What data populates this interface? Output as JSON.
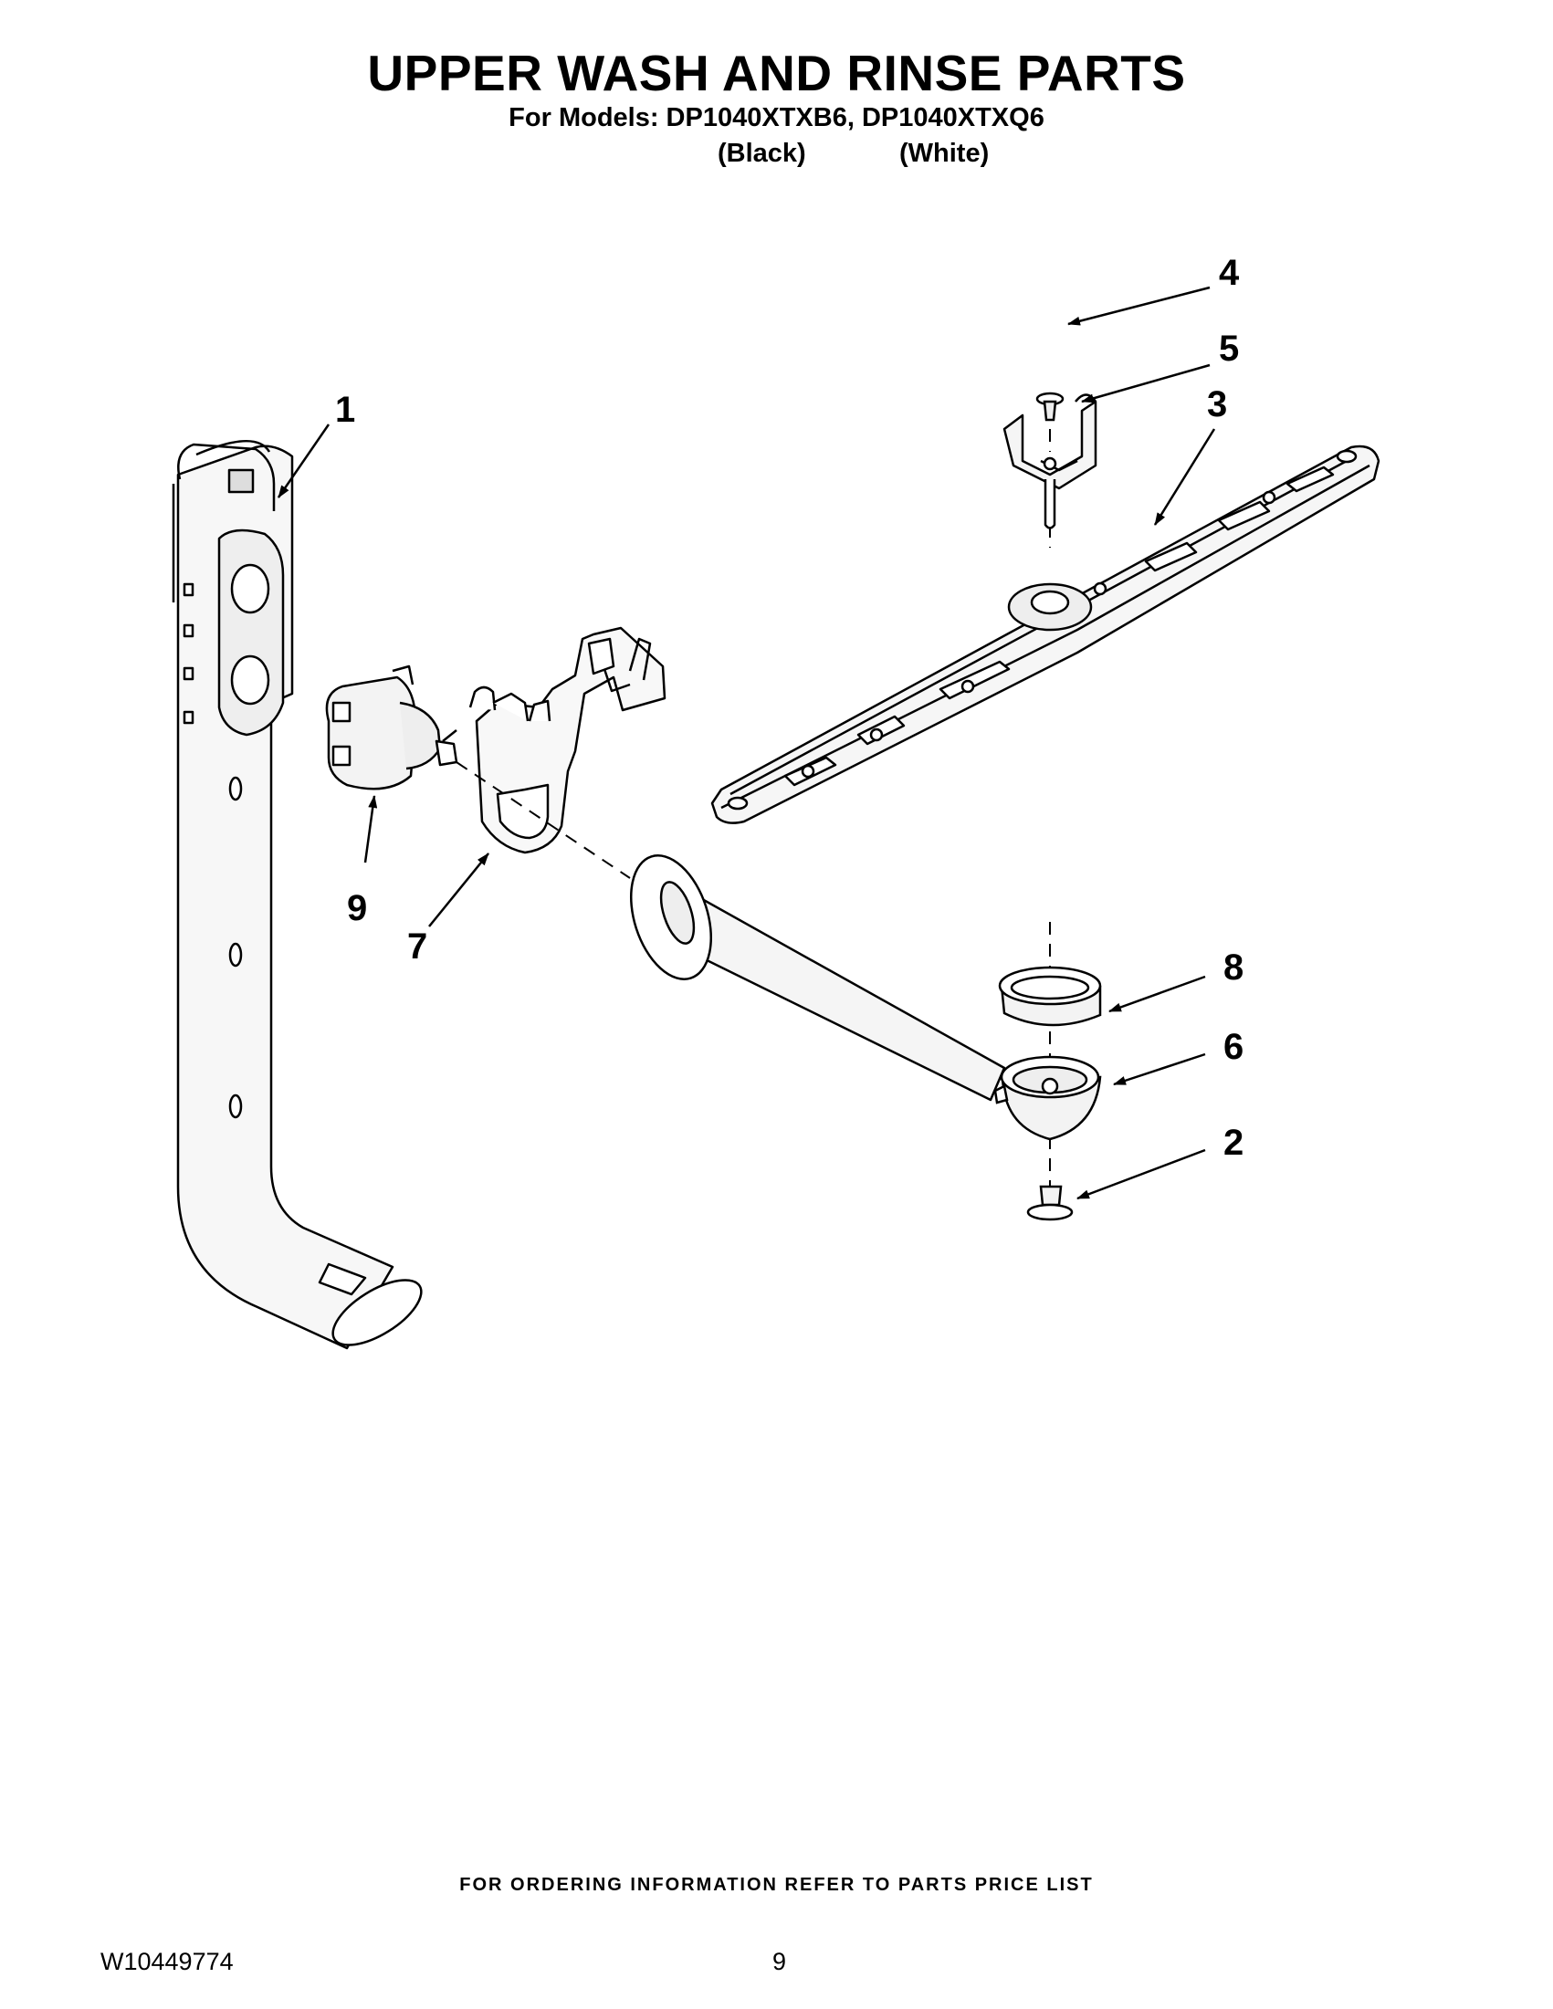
{
  "header": {
    "title": "UPPER WASH AND RINSE PARTS",
    "models_line": "For Models: DP1040XTXB6, DP1040XTXQ6",
    "color_black": "(Black)",
    "color_white": "(White)"
  },
  "callouts": {
    "c1": "1",
    "c2": "2",
    "c3": "3",
    "c4": "4",
    "c5": "5",
    "c6": "6",
    "c7": "7",
    "c8": "8",
    "c9": "9"
  },
  "footer": {
    "ordering_note": "FOR ORDERING INFORMATION REFER TO PARTS PRICE LIST",
    "doc_number": "W10449774",
    "page_number": "9"
  }
}
